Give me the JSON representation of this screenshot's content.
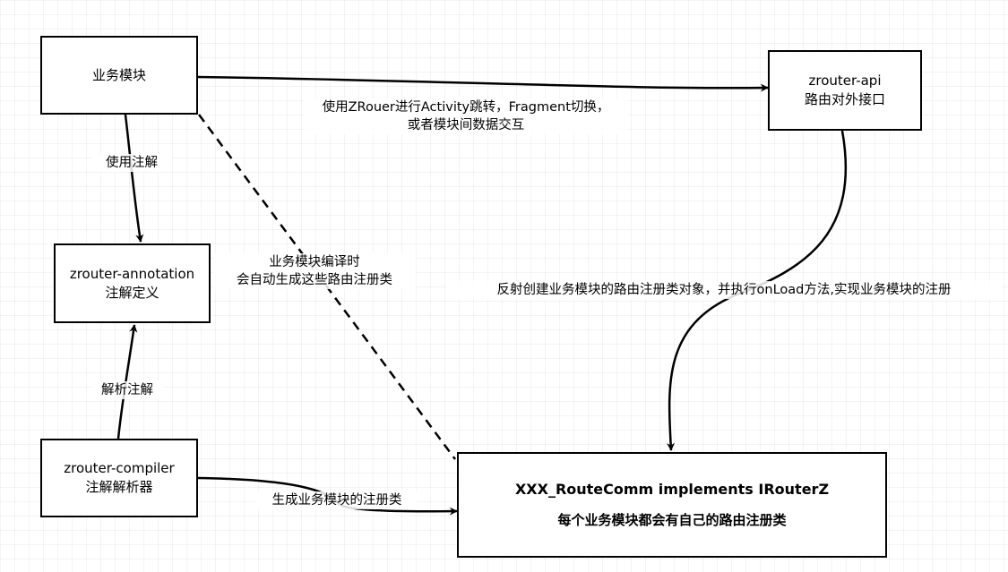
{
  "nodes": {
    "business": {
      "line1": "业务模块"
    },
    "api": {
      "line1": "zrouter-api",
      "line2": "路由对外接口"
    },
    "annotation": {
      "line1": "zrouter-annotation",
      "line2": "注解定义"
    },
    "compiler": {
      "line1": "zrouter-compiler",
      "line2": "注解解析器"
    },
    "routecomm": {
      "line1": "XXX_RouteComm implements IRouterZ",
      "line2": "每个业务模块都会有自己的路由注册类"
    }
  },
  "edges": {
    "business_to_api": {
      "line1": "使用ZRouer进行Activity跳转，Fragment切换，",
      "line2": "或者模块间数据交互"
    },
    "business_to_annotation": {
      "line1": "使用注解"
    },
    "compile_time": {
      "line1": "业务模块编译时",
      "line2": "会自动生成这些路由注册类"
    },
    "api_to_routecomm": {
      "line1": "反射创建业务模块的路由注册类对象，并执行onLoad方法,实现业务模块的注册"
    },
    "compiler_to_annotation": {
      "line1": "解析注解"
    },
    "compiler_to_routecomm": {
      "line1": "生成业务模块的注册类"
    }
  }
}
